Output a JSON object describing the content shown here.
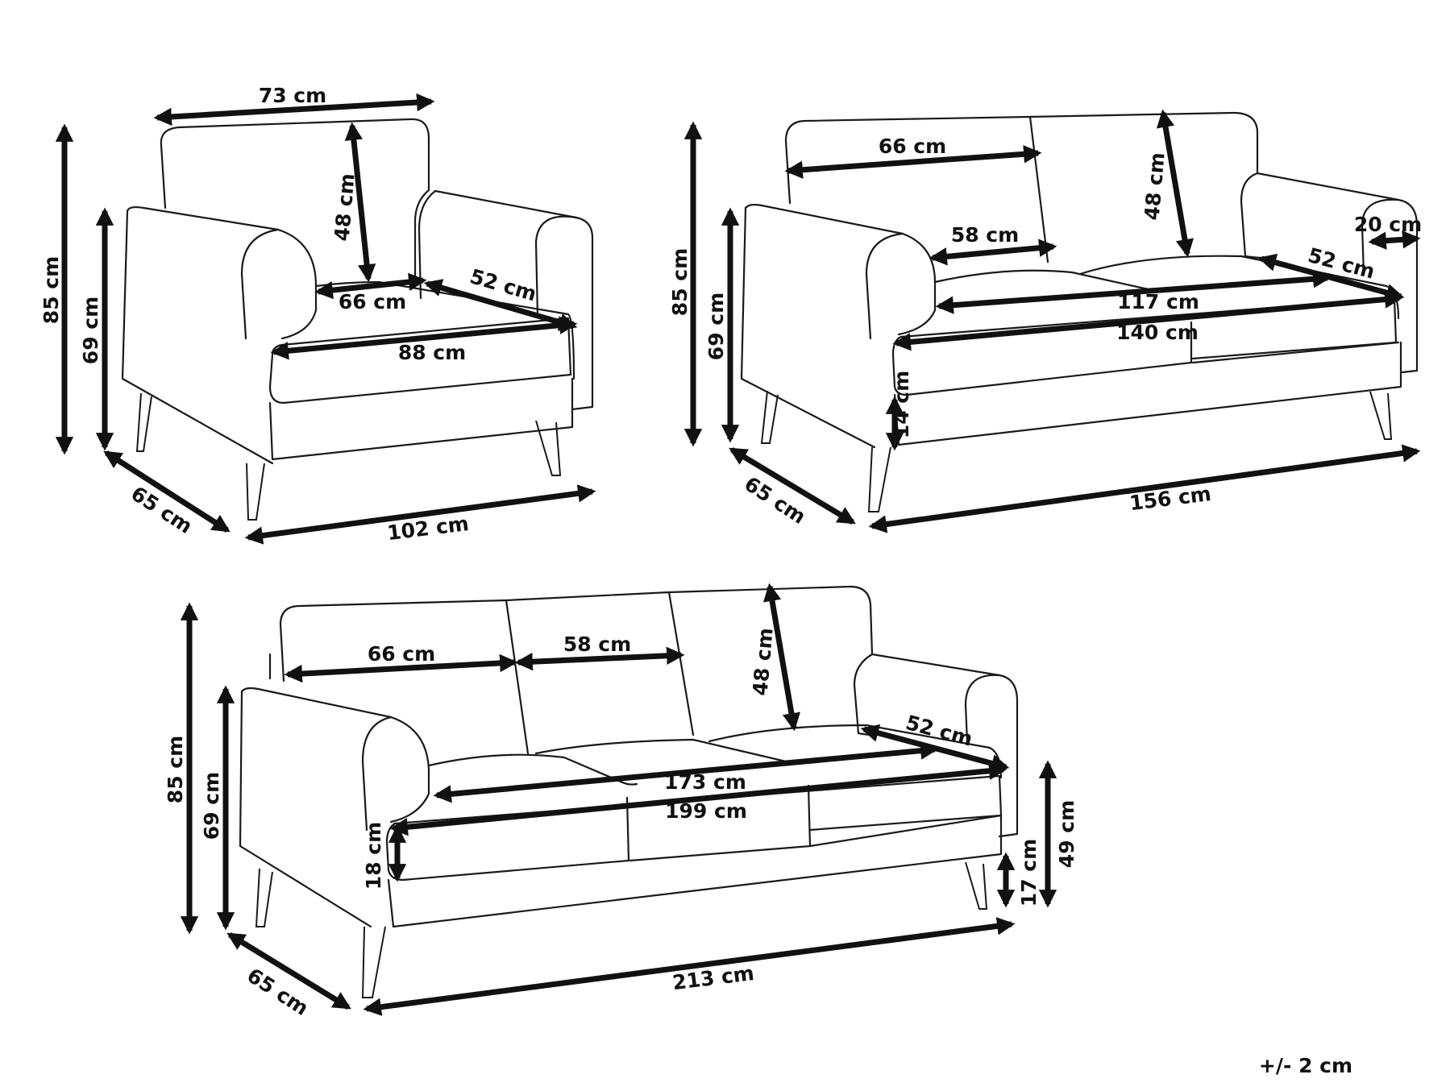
{
  "tolerance": "+/- 2 cm",
  "armchair": {
    "top_width": "73 cm",
    "backrest_height": "48 cm",
    "total_height": "85 cm",
    "arm_height": "69 cm",
    "seat_width": "66 cm",
    "seat_depth": "52 cm",
    "inner_width": "88 cm",
    "depth": "65 cm",
    "total_width": "102 cm"
  },
  "two_seater": {
    "cushion_width": "66 cm",
    "backrest_height": "48 cm",
    "total_height": "85 cm",
    "arm_height": "69 cm",
    "seat_cushion_width": "58 cm",
    "arm_width": "20 cm",
    "seat_depth": "52 cm",
    "seat_width": "117 cm",
    "inner_width": "140 cm",
    "seat_thickness": "14 cm",
    "depth": "65 cm",
    "total_width": "156 cm"
  },
  "three_seater": {
    "cushion_width": "66 cm",
    "middle_cushion_width": "58 cm",
    "backrest_height": "48 cm",
    "total_height": "85 cm",
    "arm_height": "69 cm",
    "seat_depth": "52 cm",
    "seat_width": "173 cm",
    "inner_width": "199 cm",
    "seat_thickness": "18 cm",
    "seat_height": "49 cm",
    "leg_height": "17 cm",
    "depth": "65 cm",
    "total_width": "213 cm"
  }
}
